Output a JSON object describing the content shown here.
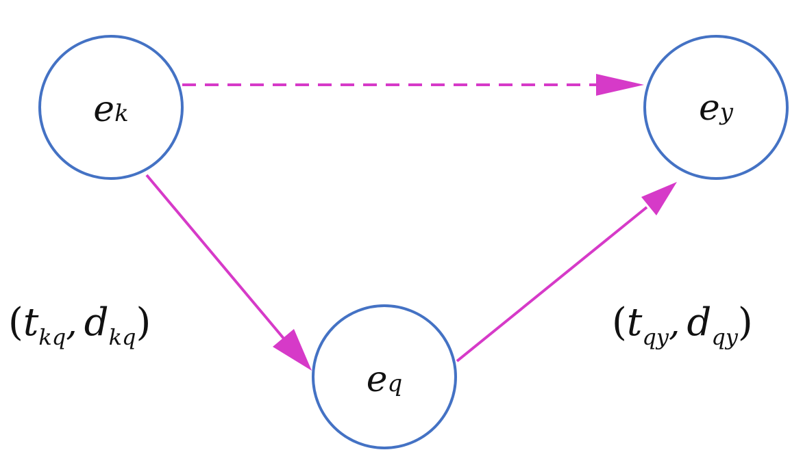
{
  "colors": {
    "node_stroke": "#4472c4",
    "edge": "#d63ac8",
    "text": "#111111",
    "background": "#ffffff"
  },
  "nodes": {
    "k": {
      "base": "e",
      "sub": "k"
    },
    "y": {
      "base": "e",
      "sub": "y"
    },
    "q": {
      "base": "e",
      "sub": "q"
    }
  },
  "edges": [
    {
      "from": "k",
      "to": "y",
      "style": "dashed"
    },
    {
      "from": "k",
      "to": "q",
      "style": "solid"
    },
    {
      "from": "q",
      "to": "y",
      "style": "solid"
    }
  ],
  "labels": {
    "kq": {
      "open": "(",
      "t": "t",
      "t_sub": "kq",
      "comma": ",",
      "d": "d",
      "d_sub": "kq",
      "close": ")"
    },
    "qy": {
      "open": "(",
      "t": "t",
      "t_sub": "qy",
      "comma": ",",
      "d": "d",
      "d_sub": "qy",
      "close": ")"
    }
  }
}
